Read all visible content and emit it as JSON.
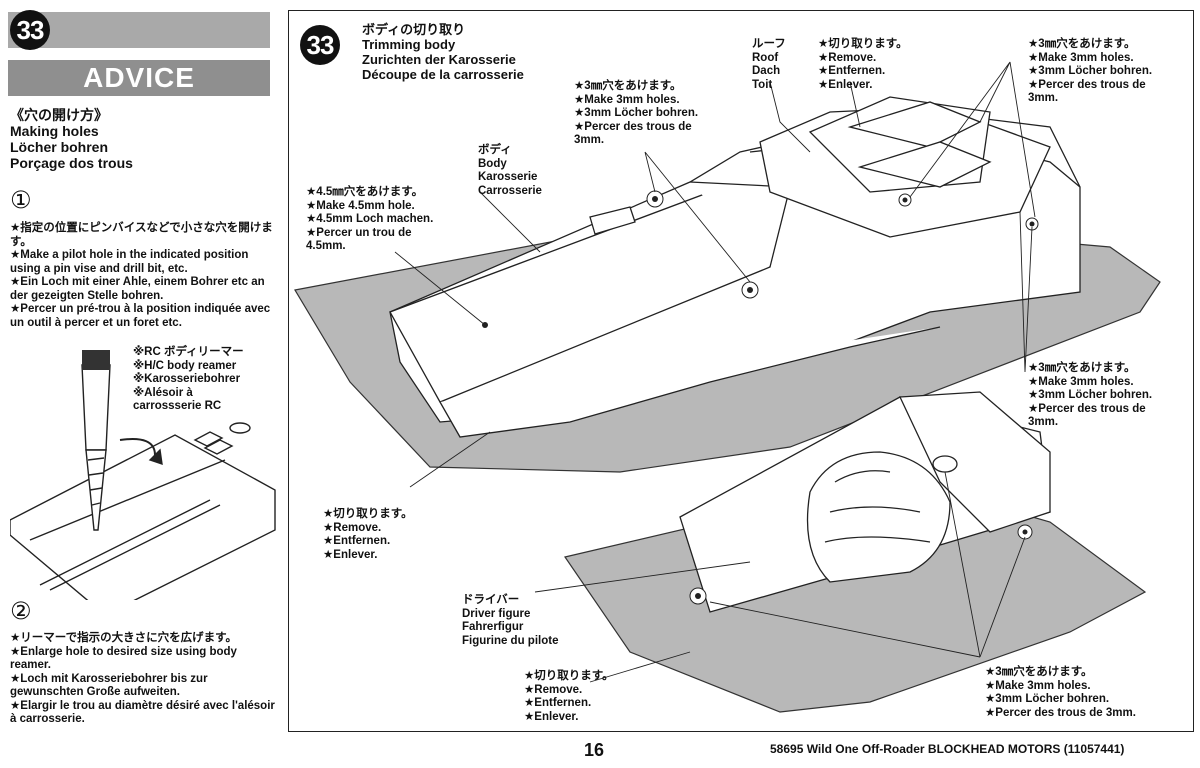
{
  "step_number": "33",
  "advice": {
    "title": "ADVICE",
    "making_holes": "《穴の開け方》\nMaking holes\nLöcher bohren\nPorçage dos trous",
    "step1_marker": "①",
    "step1_text": "★指定の位置にピンバイスなどで小さな穴を開けます。\n★Make a pilot hole in the indicated position using a pin vise and drill bit, etc.\n★Ein Loch mit einer Ahle, einem Bohrer etc an der gezeigten Stelle bohren.\n★Percer un pré-trou à la position indiquée avec un outil à percer et un foret etc.",
    "reamer_label": "※RC ボディリーマー\n※H/C body reamer\n※Karosseriebohrer\n※Alésoir à\ncarrossserie RC",
    "step2_marker": "②",
    "step2_text": "★リーマーで指示の大きさに穴を広げます。\n★Enlarge hole to desired size using body reamer.\n★Loch mit Karosseriebohrer bis zur gewunschten Große aufweiten.\n★Elargir le trou au diamètre désiré avec l'alésoir à carrosserie."
  },
  "main": {
    "title": "ボディの切り取り\nTrimming body\nZurichten der Karosserie\nDécoupe de la carrosserie",
    "labels": {
      "body": "ボディ\nBody\nKarosserie\nCarrosserie",
      "hole45": "★4.5㎜穴をあけます。\n★Make 4.5mm hole.\n★4.5mm Loch machen.\n★Percer un trou de\n4.5mm.",
      "holes3_top": "★3㎜穴をあけます。\n★Make 3mm holes.\n★3mm Löcher bohren.\n★Percer des trous de\n3mm.",
      "roof": "ルーフ\nRoof\nDach\nToit",
      "remove_top": "★切り取ります。\n★Remove.\n★Entfernen.\n★Enlever.",
      "holes3_topright": "★3㎜穴をあけます。\n★Make 3mm holes.\n★3mm Löcher bohren.\n★Percer des trous de\n3mm.",
      "holes3_midright": "★3㎜穴をあけます。\n★Make 3mm holes.\n★3mm Löcher bohren.\n★Percer des trous de\n3mm.",
      "remove_mid": "★切り取ります。\n★Remove.\n★Entfernen.\n★Enlever.",
      "driver": "ドライバー\nDriver figure\nFahrerfigur\nFigurine du pilote",
      "remove_bottom": "★切り取ります。\n★Remove.\n★Entfernen.\n★Enlever.",
      "holes3_bottomright": "★3㎜穴をあけます。\n★Make 3mm holes.\n★3mm Löcher bohren.\n★Percer des trous de 3mm."
    }
  },
  "footer": {
    "page_number": "16",
    "text": "58695 Wild One Off-Roader BLOCKHEAD MOTORS (11057441)"
  }
}
